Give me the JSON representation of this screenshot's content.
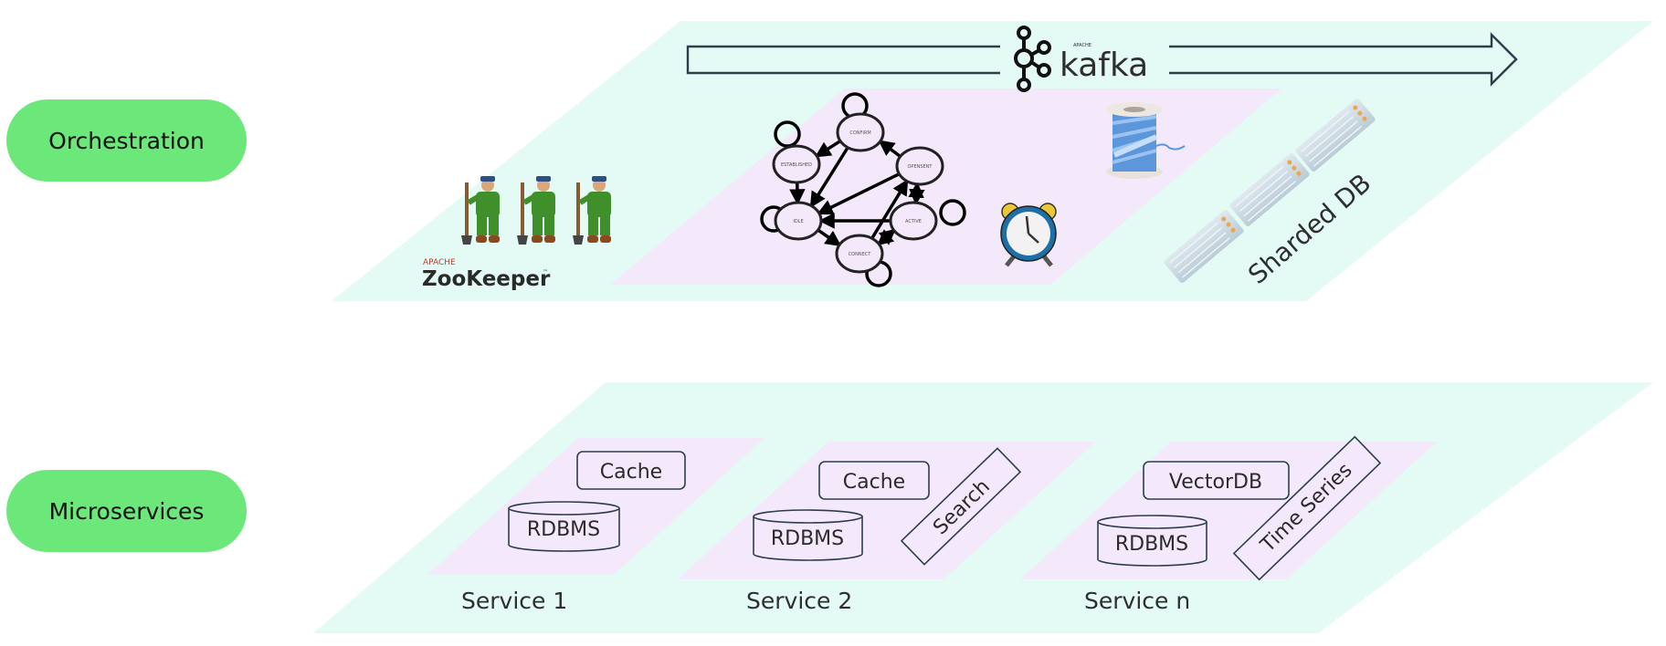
{
  "layers": [
    {
      "id": "orchestration",
      "label": "Orchestration",
      "components": {
        "message_bus": {
          "logo_brand": "kafka",
          "logo_prefix": "APACHE"
        },
        "coordination": {
          "brand_prefix": "APACHE",
          "brand": "ZooKeeper",
          "tm": "™"
        },
        "workflow_state_machine": {
          "states": [
            "CONFIRM",
            "ESTABLISHED",
            "OPENSENT",
            "IDLE",
            "ACTIVE",
            "CONNECT"
          ]
        },
        "thread_icon": "thread-spool-icon",
        "scheduler_icon": "alarm-clock-icon",
        "sharded_db": {
          "label": "Sharded DB",
          "shard_count": 3
        }
      }
    },
    {
      "id": "microservices",
      "label": "Microservices",
      "services": [
        {
          "name": "Service 1",
          "stores": {
            "cache": "Cache",
            "db": "RDBMS"
          }
        },
        {
          "name": "Service 2",
          "stores": {
            "cache": "Cache",
            "db": "RDBMS",
            "extra": "Search"
          }
        },
        {
          "name": "Service n",
          "stores": {
            "cache": "VectorDB",
            "db": "RDBMS",
            "extra": "Time Series"
          }
        }
      ]
    }
  ],
  "colors": {
    "pill_green": "#6ce87a",
    "layer_teal": "#e4faf4",
    "inner_pink": "#f4e8fb",
    "stroke": "#2d3e4a"
  }
}
